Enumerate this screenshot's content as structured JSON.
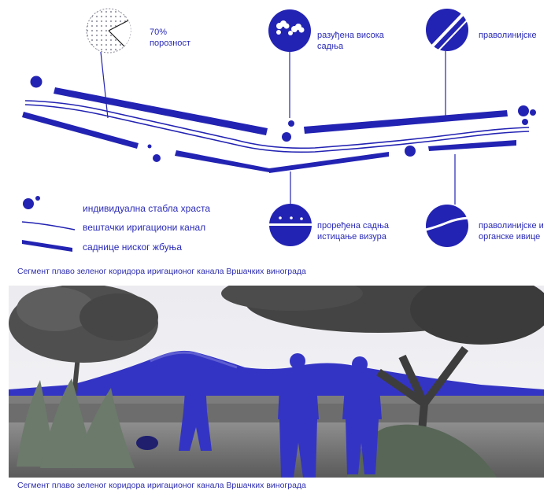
{
  "diagram": {
    "labels": {
      "porosity_value": "70%",
      "porosity_text": "порозност",
      "scattered_line1": "разуђена висока",
      "scattered_line2": "садња",
      "rectilinear": "праволинијске",
      "thinned_line1": "проређена садња",
      "thinned_line2": "истицање визура",
      "rect_organic_line1": "праволинијске и",
      "rect_organic_line2": "органске ивице"
    },
    "legend": {
      "oak_trees": "индивидуална стабла храста",
      "canal": "вештачки иригациони канал",
      "shrubs": "саднице ниског жбуња"
    },
    "caption_top": "Сегмент плаво зеленог коридора иригационог канала Вршачких винограда"
  },
  "photo": {
    "caption_bottom": "Сегмент плаво зеленог коридора иригационог канала Вршачких винограда"
  },
  "colors": {
    "accent_blue": "#2323b3",
    "photo_blue": "#3434c4"
  }
}
